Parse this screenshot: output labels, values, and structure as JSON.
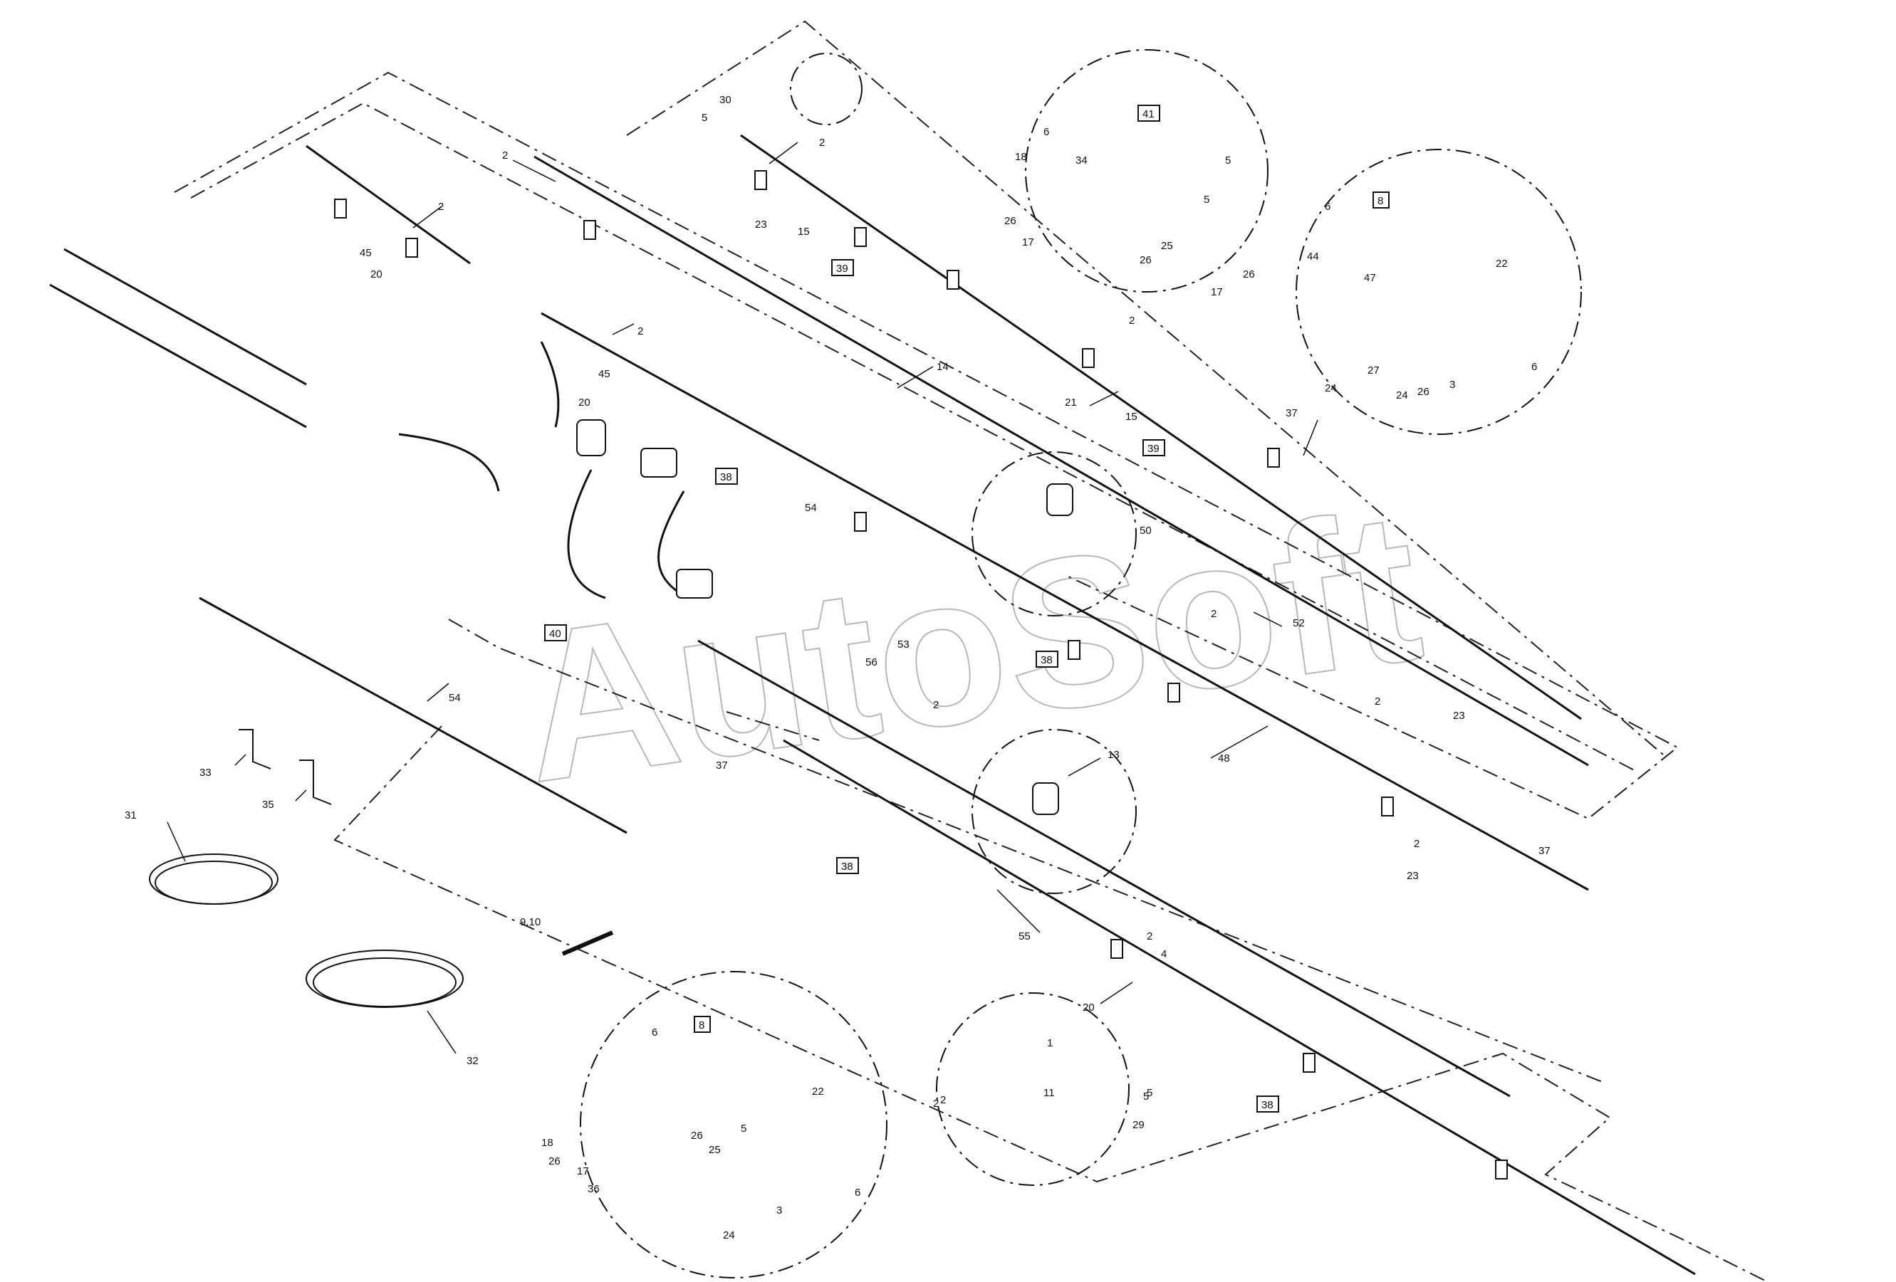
{
  "watermark": "AutoSoft",
  "labels": [
    {
      "id": "l2a",
      "text": "2"
    },
    {
      "id": "l2b",
      "text": "2"
    },
    {
      "id": "l2c",
      "text": "2"
    },
    {
      "id": "l2d",
      "text": "2"
    },
    {
      "id": "l2e",
      "text": "2"
    },
    {
      "id": "l2f",
      "text": "2"
    },
    {
      "id": "l2g",
      "text": "2"
    },
    {
      "id": "l2h",
      "text": "2"
    },
    {
      "id": "l2i",
      "text": "2"
    },
    {
      "id": "l2j",
      "text": "2"
    },
    {
      "id": "l2k",
      "text": "2"
    },
    {
      "id": "l5a",
      "text": "5"
    },
    {
      "id": "l5b",
      "text": "5"
    },
    {
      "id": "l5c",
      "text": "5"
    },
    {
      "id": "l5d",
      "text": "5"
    },
    {
      "id": "l5e",
      "text": "5"
    },
    {
      "id": "l30",
      "text": "30"
    },
    {
      "id": "l23a",
      "text": "23"
    },
    {
      "id": "l15a",
      "text": "15"
    },
    {
      "id": "l15b",
      "text": "15"
    },
    {
      "id": "l45a",
      "text": "45"
    },
    {
      "id": "l45b",
      "text": "45"
    },
    {
      "id": "l20a",
      "text": "20"
    },
    {
      "id": "l20b",
      "text": "20"
    },
    {
      "id": "l20c",
      "text": "20"
    },
    {
      "id": "l14",
      "text": "14"
    },
    {
      "id": "l21",
      "text": "21"
    },
    {
      "id": "l37a",
      "text": "37"
    },
    {
      "id": "l37b",
      "text": "37"
    },
    {
      "id": "l37c",
      "text": "37"
    },
    {
      "id": "l54a",
      "text": "54"
    },
    {
      "id": "l54b",
      "text": "54"
    },
    {
      "id": "l50",
      "text": "50"
    },
    {
      "id": "l52",
      "text": "52"
    },
    {
      "id": "l53",
      "text": "53"
    },
    {
      "id": "l56",
      "text": "56"
    },
    {
      "id": "l23b",
      "text": "23"
    },
    {
      "id": "l23c",
      "text": "23"
    },
    {
      "id": "l48",
      "text": "48"
    },
    {
      "id": "l13",
      "text": "13"
    },
    {
      "id": "l55",
      "text": "55"
    },
    {
      "id": "l4",
      "text": "4"
    },
    {
      "id": "l33",
      "text": "33"
    },
    {
      "id": "l35",
      "text": "35"
    },
    {
      "id": "l31",
      "text": "31"
    },
    {
      "id": "l32",
      "text": "32"
    },
    {
      "id": "l910",
      "text": "9,10"
    },
    {
      "id": "d1_6",
      "text": "6"
    },
    {
      "id": "d1_18",
      "text": "18"
    },
    {
      "id": "d1_34",
      "text": "34"
    },
    {
      "id": "d1_26a",
      "text": "26"
    },
    {
      "id": "d1_17",
      "text": "17"
    },
    {
      "id": "d1_26b",
      "text": "26"
    },
    {
      "id": "d1_25",
      "text": "25"
    },
    {
      "id": "d2_6a",
      "text": "6"
    },
    {
      "id": "d2_22",
      "text": "22"
    },
    {
      "id": "d2_44",
      "text": "44"
    },
    {
      "id": "d2_26a",
      "text": "26"
    },
    {
      "id": "d2_17",
      "text": "17"
    },
    {
      "id": "d2_47",
      "text": "47"
    },
    {
      "id": "d2_27",
      "text": "27"
    },
    {
      "id": "d2_24a",
      "text": "24"
    },
    {
      "id": "d2_24b",
      "text": "24"
    },
    {
      "id": "d2_26b",
      "text": "26"
    },
    {
      "id": "d2_3",
      "text": "3"
    },
    {
      "id": "d2_6b",
      "text": "6"
    },
    {
      "id": "d3_6a",
      "text": "6"
    },
    {
      "id": "d3_22",
      "text": "22"
    },
    {
      "id": "d3_18",
      "text": "18"
    },
    {
      "id": "d3_26a",
      "text": "26"
    },
    {
      "id": "d3_25",
      "text": "25"
    },
    {
      "id": "d3_26b",
      "text": "26"
    },
    {
      "id": "d3_17",
      "text": "17"
    },
    {
      "id": "d3_36",
      "text": "36"
    },
    {
      "id": "d3_3",
      "text": "3"
    },
    {
      "id": "d3_6b",
      "text": "6"
    },
    {
      "id": "d3_24",
      "text": "24"
    },
    {
      "id": "d4_1",
      "text": "1"
    },
    {
      "id": "d4_2",
      "text": "2"
    },
    {
      "id": "d4_11",
      "text": "11"
    },
    {
      "id": "d4_5",
      "text": "5"
    },
    {
      "id": "d4_29",
      "text": "29"
    }
  ],
  "boxed_labels": [
    {
      "id": "b41",
      "text": "41"
    },
    {
      "id": "b8a",
      "text": "8"
    },
    {
      "id": "b39a",
      "text": "39"
    },
    {
      "id": "b39b",
      "text": "39"
    },
    {
      "id": "b38a",
      "text": "38"
    },
    {
      "id": "b40",
      "text": "40"
    },
    {
      "id": "b38b",
      "text": "38"
    },
    {
      "id": "b38c",
      "text": "38"
    },
    {
      "id": "b38d",
      "text": "38"
    },
    {
      "id": "b8b",
      "text": "8"
    }
  ]
}
